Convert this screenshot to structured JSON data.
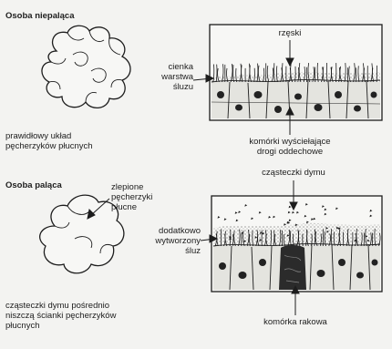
{
  "nonsmoker": {
    "heading": "Osoba niepaląca",
    "lung_caption_1": "prawidłowy układ",
    "lung_caption_2": "pęcherzyków płucnych",
    "label_cilia": "rzęski",
    "label_mucus_1": "cienka",
    "label_mucus_2": "warstwa",
    "label_mucus_3": "śluzu",
    "label_cells_1": "komórki wyściełające",
    "label_cells_2": "drogi oddechowe"
  },
  "smoker": {
    "heading": "Osoba paląca",
    "label_fused_1": "zlepione",
    "label_fused_2": "pęcherzyki",
    "label_fused_3": "płucne",
    "label_smoke": "cząsteczki dymu",
    "label_extra_mucus_1": "dodatkowo",
    "label_extra_mucus_2": "wytworzony",
    "label_extra_mucus_3": "śluz",
    "lung_caption_1": "cząsteczki dymu pośrednio",
    "lung_caption_2": "niszczą ścianki pęcherzyków",
    "lung_caption_3": "płucnych",
    "label_cancer": "komórka rakowa"
  },
  "colors": {
    "ink": "#1d1d1d",
    "paper": "#f3f3f1",
    "cell_fill": "#e8e8e4",
    "mucus_fill": "#cfcfcb"
  }
}
